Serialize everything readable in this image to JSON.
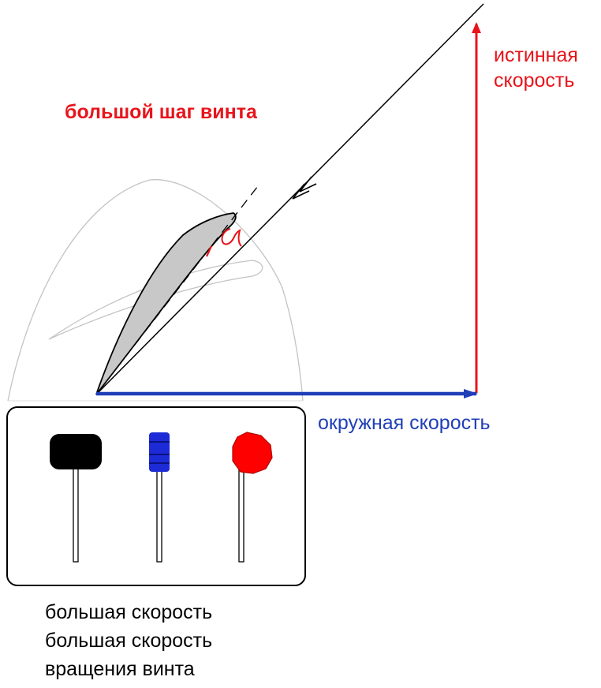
{
  "title": "большой шаг винта",
  "true_speed_label": [
    "истинная",
    "скорость"
  ],
  "circumferential_speed_label": "окружная скорость",
  "angle_symbol": "α",
  "captions": [
    "большая скорость",
    "большая скорость",
    "вращения винта"
  ],
  "levers": [
    {
      "name": "throttle-lever",
      "knob_color": "#000000",
      "shape": "wide-cylinder"
    },
    {
      "name": "mixture-lever",
      "knob_color": "#1c2bd6",
      "shape": "ribbed-narrow"
    },
    {
      "name": "propeller-lever",
      "knob_color": "#ff0000",
      "shape": "octagon"
    }
  ],
  "colors": {
    "true_speed": "#e8141b",
    "circumferential_speed": "#1f3fb8",
    "blade_fill": "#c8c8c8",
    "outline": "#000000",
    "arc": "#c4c4c4"
  }
}
